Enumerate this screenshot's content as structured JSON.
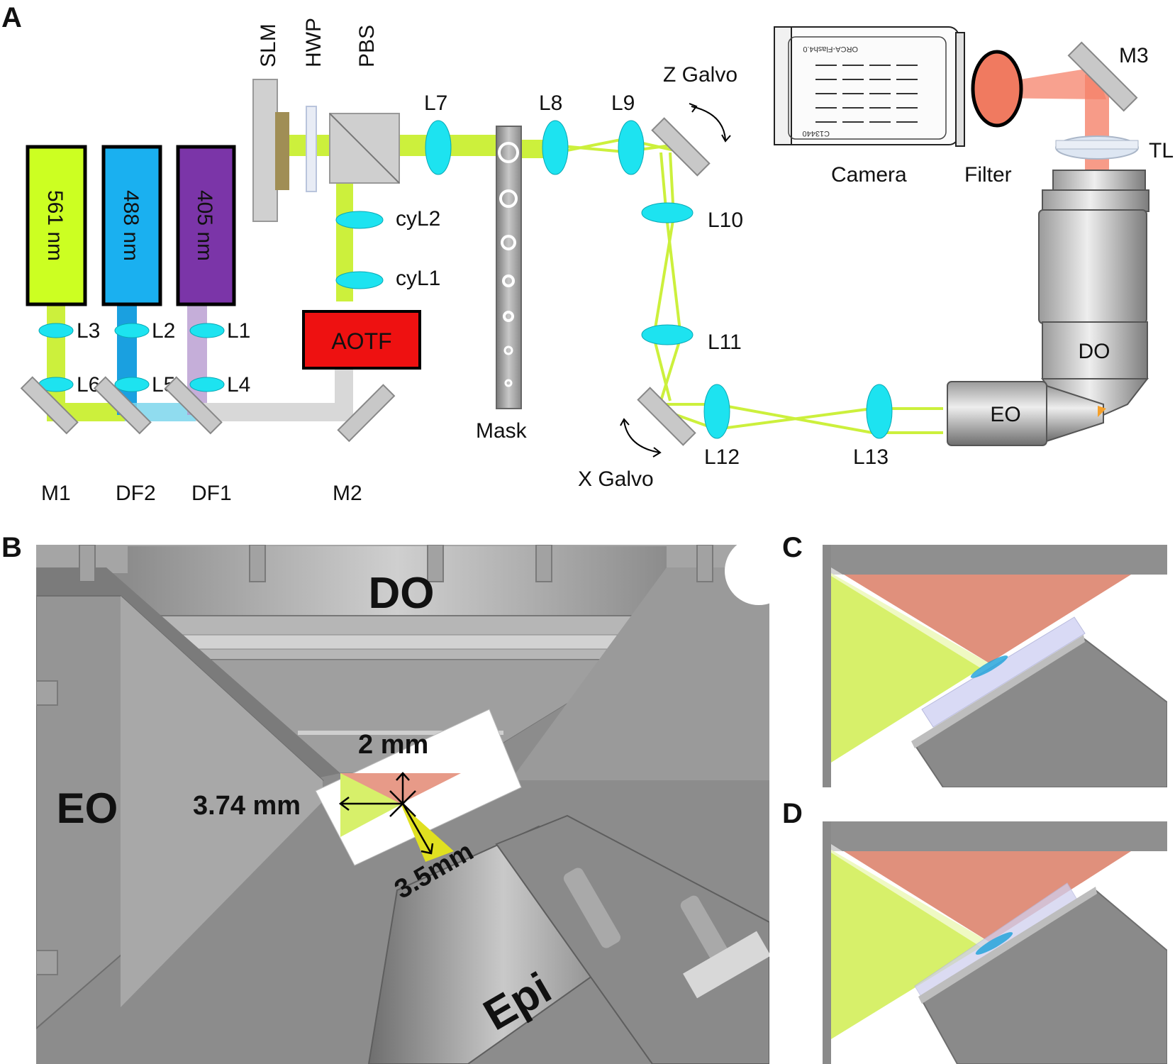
{
  "panels": {
    "a": "A",
    "b": "B",
    "c": "C",
    "d": "D"
  },
  "lasers": [
    {
      "label": "561 nm",
      "color": "#ccff22"
    },
    {
      "label": "488 nm",
      "color": "#1ab0f0"
    },
    {
      "label": "405 nm",
      "color": "#7b35a8"
    }
  ],
  "labels": {
    "slm": "SLM",
    "hwp": "HWP",
    "pbs": "PBS",
    "l1": "L1",
    "l2": "L2",
    "l3": "L3",
    "l4": "L4",
    "l5": "L5",
    "l6": "L6",
    "l7": "L7",
    "l8": "L8",
    "l9": "L9",
    "l10": "L10",
    "l11": "L11",
    "l12": "L12",
    "l13": "L13",
    "cyl1": "cyL1",
    "cyl2": "cyL2",
    "aotf": "AOTF",
    "mask": "Mask",
    "m1": "M1",
    "m2": "M2",
    "m3": "M3",
    "df1": "DF1",
    "df2": "DF2",
    "z_galvo": "Z Galvo",
    "x_galvo": "X Galvo",
    "camera": "Camera",
    "filter": "Filter",
    "tl": "TL",
    "do": "DO",
    "eo": "EO",
    "camera_text1": "ORCA-Flash4.0",
    "camera_text2": "C13440"
  },
  "panel_b": {
    "do": "DO",
    "eo": "EO",
    "epi": "Epi",
    "dim_2mm": "2 mm",
    "dim_374mm": "3.74 mm",
    "dim_35mm": "3.5mm"
  },
  "colors": {
    "beam_green": "#ccf03c",
    "beam_blue": "#1aa0e0",
    "beam_purple": "#b79ad0",
    "beam_gray": "#d8d8d8",
    "beam_red": "#f5826a",
    "lens": "#1de3f0",
    "aotf": "#ee1111",
    "mirror": "#c8c8c8",
    "cad_gray": "#8a8a8a"
  }
}
